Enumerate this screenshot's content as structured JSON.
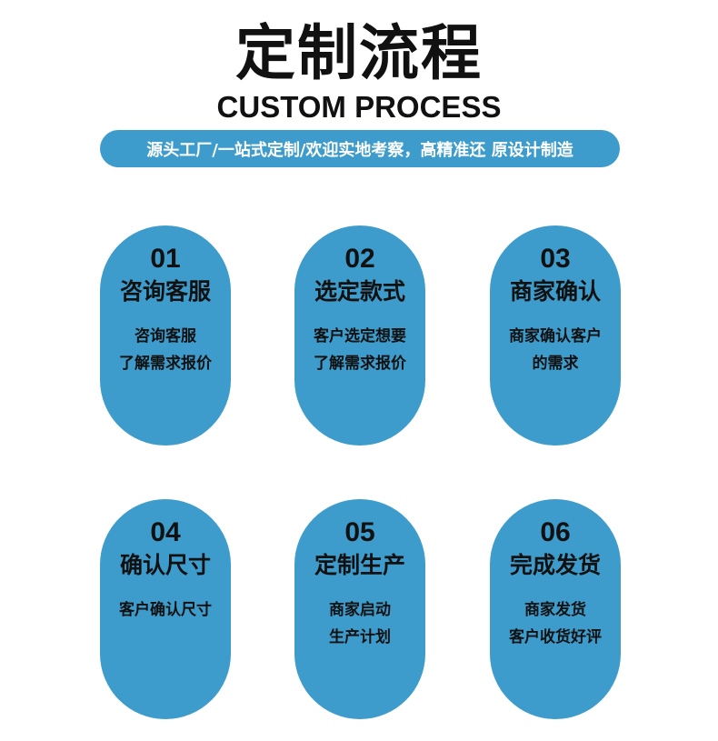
{
  "title": "定制流程",
  "subtitle": "CUSTOM PROCESS",
  "banner": "源头工厂/一站式定制/欢迎实地考察，高精准还 原设计制造",
  "colors": {
    "accent": "#3d9ccb",
    "text": "#111111",
    "banner_text": "#ffffff"
  },
  "steps": [
    {
      "num": "01",
      "head": "咨询客服",
      "desc": [
        "咨询客服",
        "了解需求报价"
      ]
    },
    {
      "num": "02",
      "head": "选定款式",
      "desc": [
        "客户选定想要",
        "了解需求报价"
      ]
    },
    {
      "num": "03",
      "head": "商家确认",
      "desc": [
        "商家确认客户",
        "的需求"
      ]
    },
    {
      "num": "04",
      "head": "确认尺寸",
      "desc": [
        "客户确认尺寸"
      ]
    },
    {
      "num": "05",
      "head": "定制生产",
      "desc": [
        "商家启动",
        "生产计划"
      ]
    },
    {
      "num": "06",
      "head": "完成发货",
      "desc": [
        "商家发货",
        "客户收货好评"
      ]
    }
  ]
}
